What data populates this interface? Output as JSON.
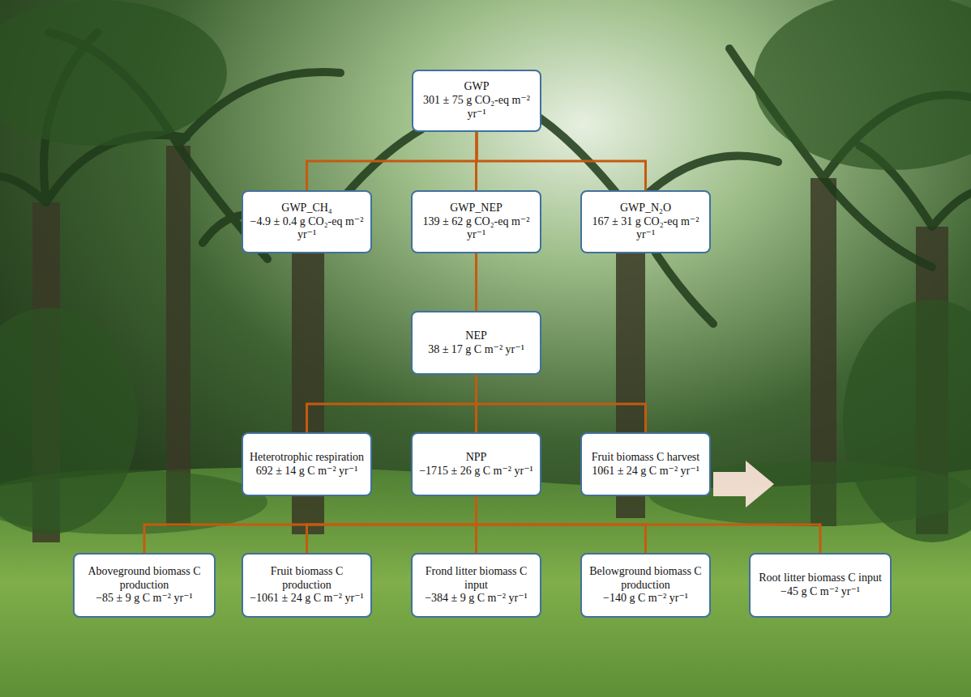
{
  "diagram": {
    "nodes": [
      {
        "text": [
          "GWP",
          "301 ± 75 g CO₂-eq m⁻² yr⁻¹"
        ]
      },
      {
        "text": [
          "GWP_CH₄",
          "−4.9 ± 0.4 g CO₂-eq m⁻² yr⁻¹"
        ]
      },
      {
        "text": [
          "GWP_NEP",
          "139 ± 62 g CO₂-eq m⁻² yr⁻¹"
        ]
      },
      {
        "text": [
          "GWP_N₂O",
          "167 ± 31 g CO₂-eq m⁻² yr⁻¹"
        ]
      },
      {
        "text": [
          "NEP",
          "38 ± 17 g C m⁻² yr⁻¹"
        ]
      },
      {
        "text": [
          "Heterotrophic respiration",
          "692 ± 14 g C m⁻² yr⁻¹"
        ]
      },
      {
        "text": [
          "NPP",
          "−1715 ± 26 g C m⁻² yr⁻¹"
        ]
      },
      {
        "text": [
          "Fruit biomass C harvest",
          "1061 ± 24 g C m⁻² yr⁻¹"
        ]
      },
      {
        "text": [
          "Aboveground biomass C production",
          "−85 ± 9 g C m⁻² yr⁻¹"
        ]
      },
      {
        "text": [
          "Fruit biomass C production",
          "−1061 ± 24 g C m⁻² yr⁻¹"
        ]
      },
      {
        "text": [
          "Frond litter biomass C input",
          "−384 ± 9 g C m⁻² yr⁻¹"
        ]
      },
      {
        "text": [
          "Belowground biomass C production",
          "−140 g C m⁻² yr⁻¹"
        ]
      },
      {
        "text": [
          "Root litter biomass C input",
          "−45 g C m⁻² yr⁻¹"
        ]
      }
    ],
    "edges": [
      {
        "from": 0,
        "to": 1,
        "arrow": "none"
      },
      {
        "from": 0,
        "to": 2,
        "arrow": "none"
      },
      {
        "from": 0,
        "to": 3,
        "arrow": "none"
      },
      {
        "from": 2,
        "to": 4,
        "arrow": "none"
      },
      {
        "from": 4,
        "to": 5,
        "arrow": "none"
      },
      {
        "from": 4,
        "to": 6,
        "arrow": "none"
      },
      {
        "from": 4,
        "to": 7,
        "arrow": "none"
      },
      {
        "from": 6,
        "to": 8,
        "arrow": "none"
      },
      {
        "from": 6,
        "to": 9,
        "arrow": "none"
      },
      {
        "from": 6,
        "to": 10,
        "arrow": "none"
      },
      {
        "from": 6,
        "to": 11,
        "arrow": "none"
      },
      {
        "from": 6,
        "to": 12,
        "arrow": "none"
      }
    ]
  }
}
